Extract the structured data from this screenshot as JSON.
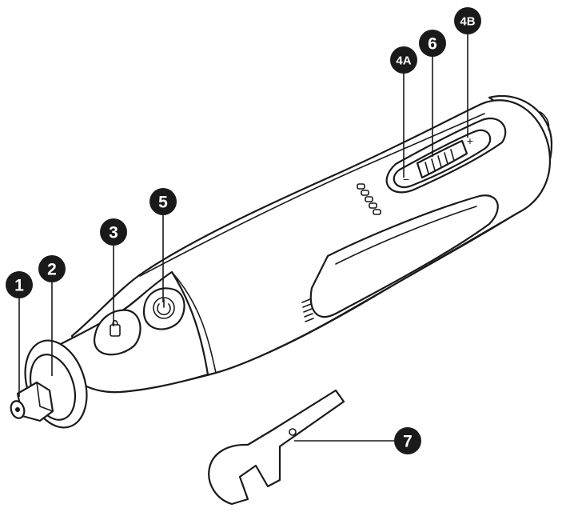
{
  "callouts": [
    {
      "id": "1",
      "label": "1"
    },
    {
      "id": "2",
      "label": "2"
    },
    {
      "id": "3",
      "label": "3"
    },
    {
      "id": "5",
      "label": "5"
    },
    {
      "id": "4A",
      "label": "4A"
    },
    {
      "id": "6",
      "label": "6"
    },
    {
      "id": "4B",
      "label": "4B"
    },
    {
      "id": "7",
      "label": "7"
    }
  ],
  "speed_switch": {
    "minus_symbol": "−",
    "plus_symbol": "+"
  },
  "colors": {
    "line": "#1a1a1a",
    "badge": "#1a1a1a",
    "badge_text": "#ffffff",
    "fill": "#ffffff"
  }
}
